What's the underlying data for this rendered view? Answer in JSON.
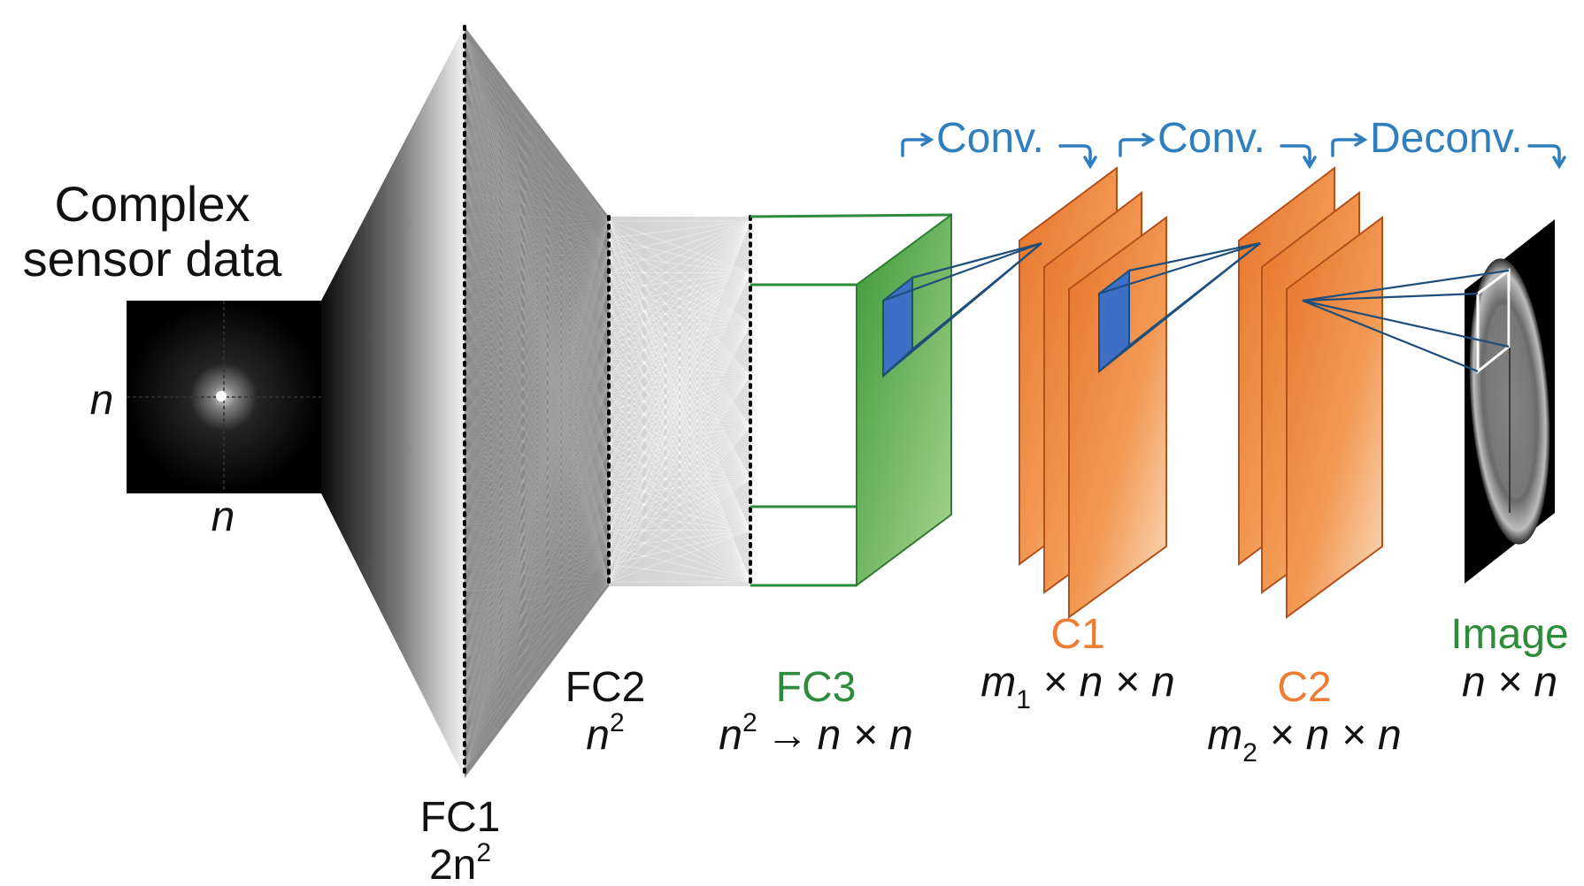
{
  "input": {
    "title_line1": "Complex",
    "title_line2": "sensor data",
    "dim_side": "n",
    "dim_bottom": "n"
  },
  "fc1": {
    "name": "FC1",
    "size_base": "2n",
    "size_exp": "2"
  },
  "fc2": {
    "name": "FC2",
    "size_base": "n",
    "size_exp": "2"
  },
  "fc3": {
    "name": "FC3",
    "size_base": "n",
    "size_exp": "2",
    "arrow": "→",
    "size_target": "n × n"
  },
  "c1": {
    "name": "C1",
    "var": "m",
    "sub": "1",
    "rest": " × n × n"
  },
  "c2": {
    "name": "C2",
    "var": "m",
    "sub": "2",
    "rest": " × n × n"
  },
  "image": {
    "name": "Image",
    "size": "n × n"
  },
  "ops": {
    "conv1": "Conv.",
    "conv2": "Conv.",
    "deconv": "Deconv."
  },
  "colors": {
    "green": "#2e8b3a",
    "orange": "#ef7c33",
    "blue": "#2f7fbf",
    "dark_blue": "#1f4e79",
    "filter_blue": "#3d6fc6",
    "text": "#111111"
  }
}
